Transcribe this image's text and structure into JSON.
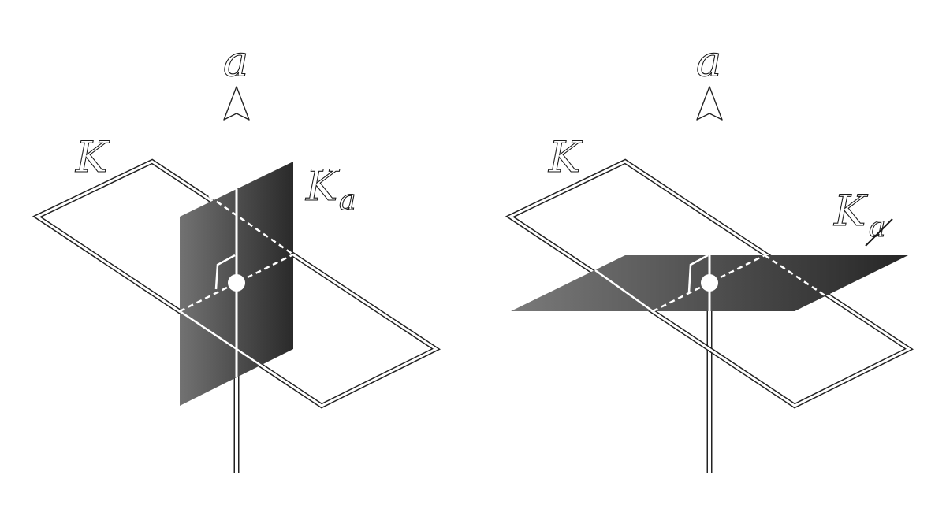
{
  "left_panel": {
    "axis_label": "a",
    "plane_label": "K",
    "plane2_main": "K",
    "plane2_sub": "a"
  },
  "right_panel": {
    "axis_label": "a",
    "plane_label": "K",
    "plane2_main": "K",
    "plane2_sub": "a"
  },
  "colors": {
    "outline": "#222222",
    "fill_light": "#6e6e6e",
    "fill_dark": "#2c2c2c"
  }
}
